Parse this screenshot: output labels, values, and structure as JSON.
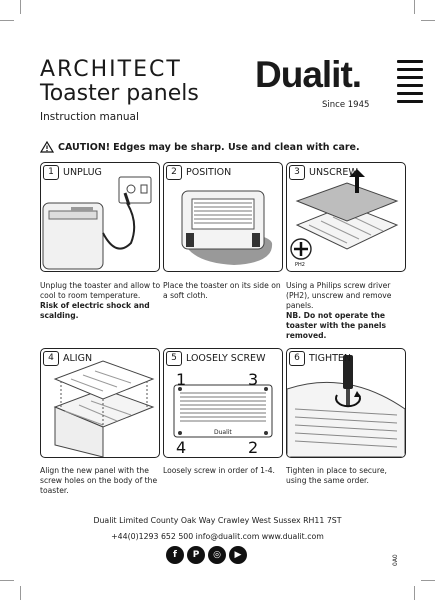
{
  "header": {
    "brand_line": "ARCHITECT",
    "product": "Toaster panels",
    "doc_type": "Instruction manual",
    "logo": "Dualit.",
    "since": "Since 1945"
  },
  "caution": {
    "icon": "warning-triangle-icon",
    "label": "CAUTION!",
    "text": "Edges may be sharp. Use and clean with care."
  },
  "steps": [
    {
      "num": "1",
      "title": "UNPLUG",
      "caption": "Unplug the toaster and allow to cool to room temperature.",
      "caption_bold": "Risk of electric shock and scalding."
    },
    {
      "num": "2",
      "title": "POSITION",
      "caption": "Place the toaster on its side on a soft cloth.",
      "caption_bold": ""
    },
    {
      "num": "3",
      "title": "UNSCREW",
      "caption": "Using a Philips screw driver (PH2), unscrew and remove panels.",
      "caption_bold": "NB. Do not operate the toaster with the panels removed.",
      "badge": "PH2"
    },
    {
      "num": "4",
      "title": "ALIGN",
      "caption": "Align the new panel with the screw holes on the body of the toaster.",
      "caption_bold": ""
    },
    {
      "num": "5",
      "title": "LOOSELY SCREW",
      "caption": "Loosely screw in order of 1-4.",
      "caption_bold": "",
      "order": [
        "1",
        "3",
        "4",
        "2"
      ],
      "panel_logo": "Dualit"
    },
    {
      "num": "6",
      "title": "TIGHTEN",
      "caption": "Tighten in place to secure, using the same order.",
      "caption_bold": ""
    }
  ],
  "footer": {
    "address": "Dualit Limited  County Oak Way  Crawley  West Sussex  RH11 7ST",
    "contact": "+44(0)1293 652 500  info@dualit.com  www.dualit.com",
    "social": [
      {
        "icon": "facebook-icon",
        "glyph": "f"
      },
      {
        "icon": "pinterest-icon",
        "glyph": "P"
      },
      {
        "icon": "instagram-icon",
        "glyph": "◎"
      },
      {
        "icon": "youtube-icon",
        "glyph": "▶"
      }
    ],
    "code": "0A0"
  }
}
